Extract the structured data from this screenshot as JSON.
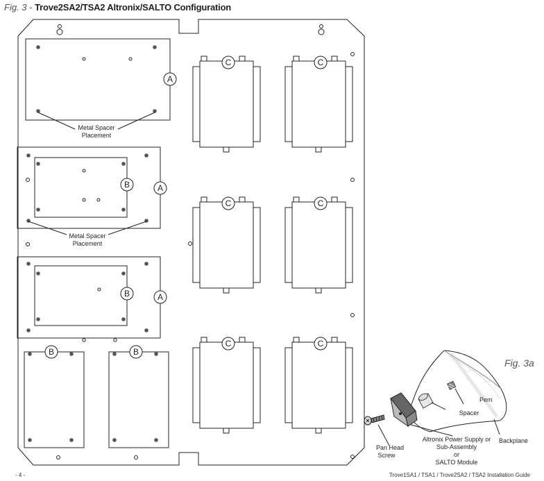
{
  "title": {
    "fig": "Fig. 3 - ",
    "main": "Trove2SA2/TSA2 Altronix/SALTO Configuration"
  },
  "figure_3a": "Fig. 3a",
  "callouts": {
    "A": "A",
    "B": "B",
    "C": "C"
  },
  "labels": {
    "metal_spacer_1_line1": "Metal Spacer",
    "metal_spacer_1_line2": "Placement",
    "metal_spacer_2_line1": "Metal Spacer",
    "metal_spacer_2_line2": "Placement",
    "pem": "Pem",
    "spacer": "Spacer",
    "pan_head_screw_line1": "Pan Head",
    "pan_head_screw_line2": "Screw",
    "altronix_line1": "Altronix Power Supply or",
    "altronix_line2": "Sub-Assembly",
    "altronix_line3": "or",
    "altronix_line4": "SALTO Module",
    "backplane": "Backplane"
  },
  "footer": {
    "page": "- 4 -",
    "guide": "Trove1SA1 / TSA1 / Trove2SA2 / TSA2 Installation Guide"
  }
}
